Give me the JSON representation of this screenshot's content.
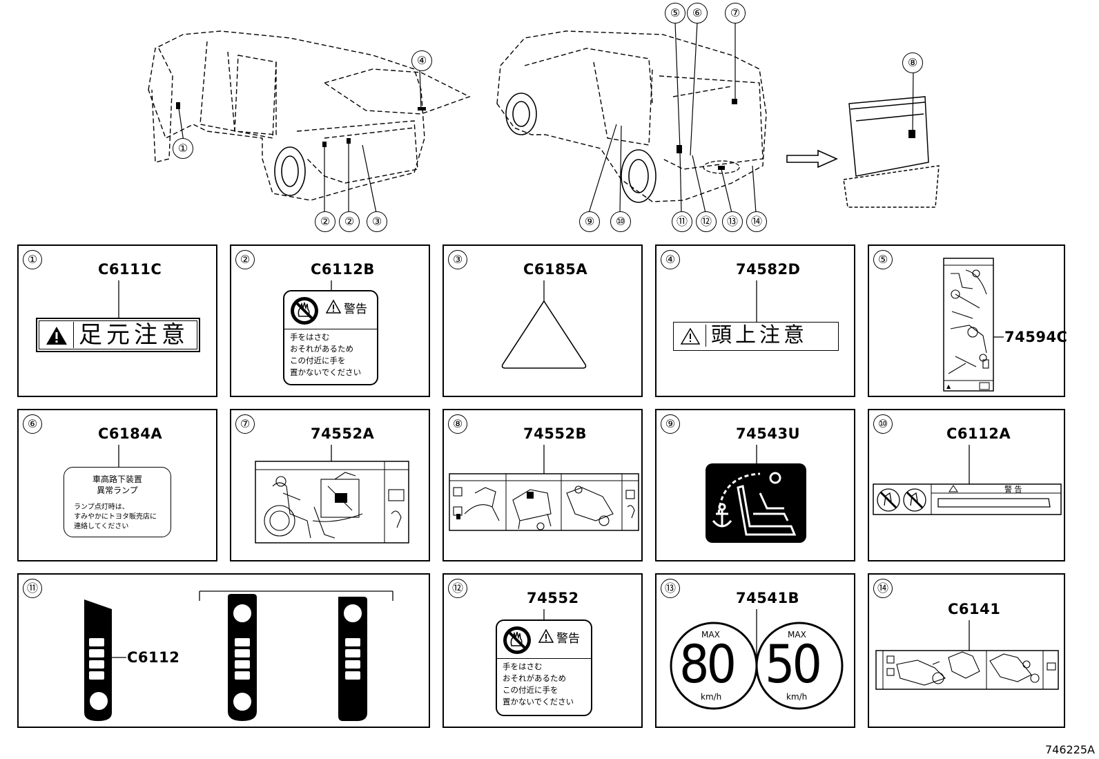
{
  "callouts": {
    "c1": "①",
    "c2a": "②",
    "c2b": "②",
    "c3": "③",
    "c4": "④",
    "c5": "⑤",
    "c6": "⑥",
    "c7": "⑦",
    "c8": "⑧",
    "c9": "⑨",
    "c10": "⑩",
    "c11": "⑪",
    "c12": "⑫",
    "c13": "⑬",
    "c14": "⑭"
  },
  "panels": [
    {
      "num": "①",
      "code": "C6111C",
      "label_text": "足元注意"
    },
    {
      "num": "②",
      "code": "C6112B",
      "warning": "警告",
      "body": [
        "手をはさむ",
        "おそれがあるため",
        "この付近に手を",
        "置かないでください"
      ]
    },
    {
      "num": "③",
      "code": "C6185A"
    },
    {
      "num": "④",
      "code": "74582D",
      "label_text": "頭上注意"
    },
    {
      "num": "⑤",
      "code": "74594C"
    },
    {
      "num": "⑥",
      "code": "C6184A",
      "body": [
        "車高路下装置",
        "異常ランプ",
        "ランプ点灯時は、",
        "すみやかにトヨタ販売店に",
        "連絡してください"
      ]
    },
    {
      "num": "⑦",
      "code": "74552A"
    },
    {
      "num": "⑧",
      "code": "74552B"
    },
    {
      "num": "⑨",
      "code": "74543U"
    },
    {
      "num": "⑩",
      "code": "C6112A",
      "warning": "警 告"
    },
    {
      "num": "⑪",
      "code": "C6112"
    },
    {
      "num": "⑫",
      "code": "74552",
      "warning": "警告",
      "body": [
        "手をはさむ",
        "おそれがあるため",
        "この付近に手を",
        "置かないでください"
      ]
    },
    {
      "num": "⑬",
      "code": "74541B",
      "speed1": "80",
      "speed2": "50",
      "max": "MAX",
      "unit": "km/h"
    },
    {
      "num": "⑭",
      "code": "C6141"
    }
  ],
  "figure_code": "746225A"
}
